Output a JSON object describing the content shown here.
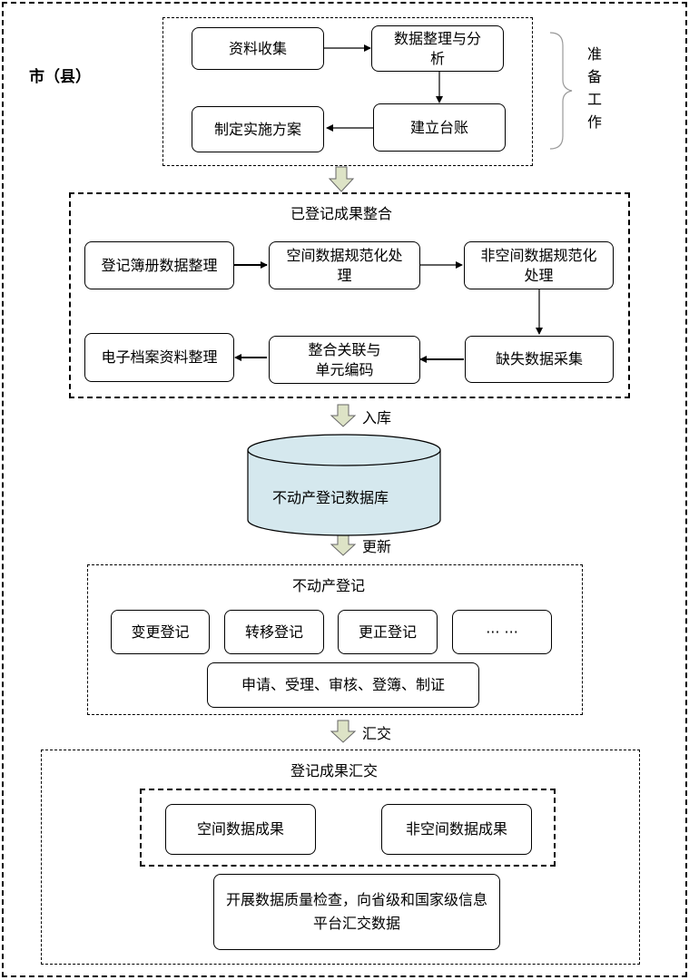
{
  "region_label": "市（县）",
  "prep": {
    "side_label": "准备工作",
    "nodes": [
      "资料收集",
      "数据整理与分析",
      "建立台账",
      "制定实施方案"
    ]
  },
  "integration": {
    "title": "已登记成果整合",
    "nodes": [
      "登记簿册数据整理",
      "空间数据规范化处理",
      "非空间数据规范化处理",
      "缺失数据采集",
      "整合关联与单元编码",
      "电子档案资料整理"
    ]
  },
  "steps": {
    "import_label": "入库",
    "update_label": "更新",
    "submit_label": "汇交"
  },
  "database": {
    "label": "不动产登记数据库"
  },
  "registration": {
    "title": "不动产登记",
    "types": [
      "变更登记",
      "转移登记",
      "更正登记",
      "··· ···"
    ],
    "process": "申请、受理、审核、登簿、制证"
  },
  "submission": {
    "title": "登记成果汇交",
    "results": [
      "空间数据成果",
      "非空间数据成果"
    ],
    "check": "开展数据质量检查，向省级和国家级信息平台汇交数据"
  },
  "colors": {
    "db_fill": "#d5e8ee",
    "step_arrow": "#dde3c6"
  }
}
